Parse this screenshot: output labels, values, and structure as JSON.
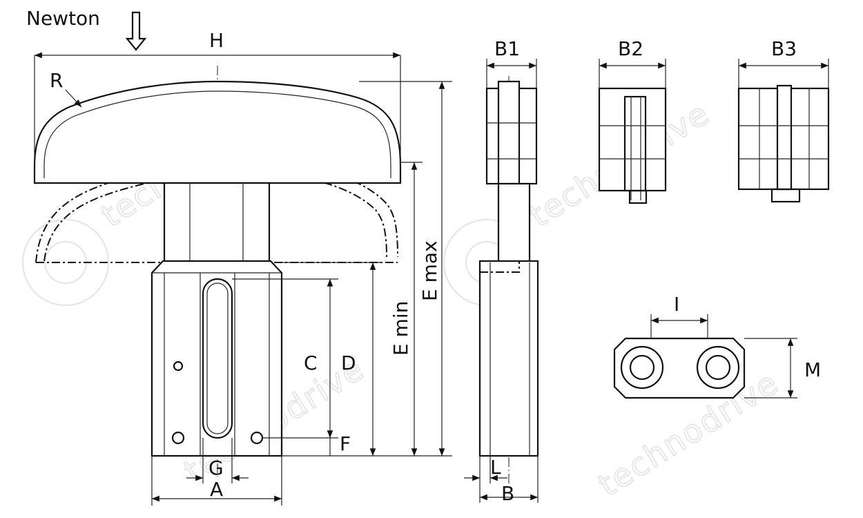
{
  "labels": {
    "newton": "Newton",
    "H": "H",
    "R": "R",
    "B1": "B1",
    "B2": "B2",
    "B3": "B3",
    "E_max": "E max",
    "E_min": "E min",
    "C": "C",
    "D": "D",
    "F": "F",
    "G": "G",
    "A": "A",
    "L": "L",
    "B": "B",
    "I": "I",
    "M": "M"
  },
  "watermark": "technodrive",
  "icons": {
    "force_arrow": "down-arrow-icon",
    "watermark_logo": "technodrive-logo-icon"
  }
}
